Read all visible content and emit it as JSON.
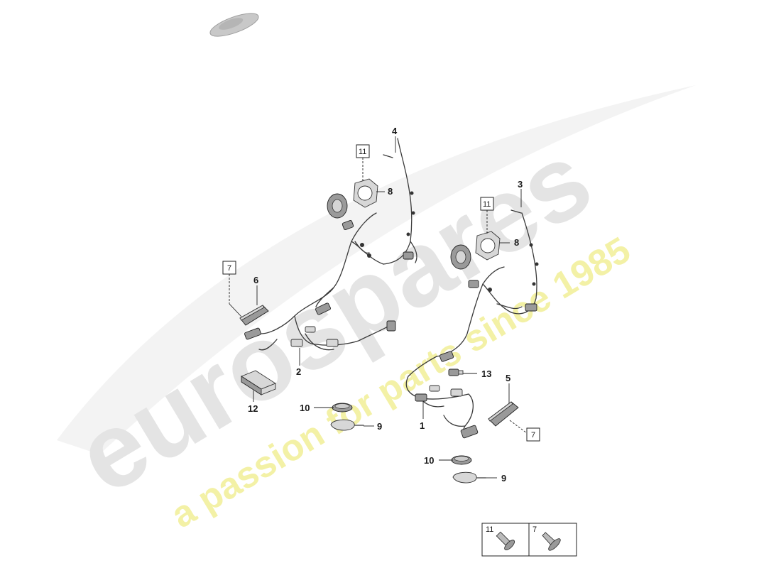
{
  "watermark": {
    "brand": "eurospares",
    "tagline": "a passion for parts since 1985",
    "brand_color": "#e4e4e4",
    "tagline_color": "#f3f1a6"
  },
  "callouts": {
    "c1": "1",
    "c2": "2",
    "c3": "3",
    "c4": "4",
    "c5": "5",
    "c6": "6",
    "c8a": "8",
    "c8b": "8",
    "c9a": "9",
    "c9b": "9",
    "c10a": "10",
    "c10b": "10",
    "c12": "12",
    "c13": "13"
  },
  "boxed_refs": {
    "b11a": "11",
    "b11b": "11",
    "b7a": "7",
    "b7b": "7"
  },
  "legend": {
    "left_label": "11",
    "right_label": "7",
    "left_icon": "grommet-fastener-icon",
    "right_icon": "trim-clip-icon"
  },
  "vehicle_icon": "car-silhouette-icon"
}
